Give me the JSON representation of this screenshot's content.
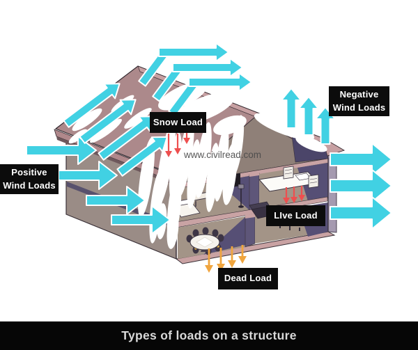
{
  "page": {
    "watermark": "www.civilread.com",
    "title_banner": {
      "text": "Types of loads on a structure"
    },
    "labels": {
      "snow_load": "Snow Load",
      "positive_wind_line1": "Positive",
      "positive_wind_line2": "Wind Loads",
      "negative_wind_line1": "Negative",
      "negative_wind_line2": "Wind Loads",
      "live_load": "LIve Load",
      "dead_load": "Dead Load"
    },
    "load_types": [
      {
        "name": "Snow Load",
        "arrow_color": "#ee4f4f",
        "depicted_direction": "downward onto roof"
      },
      {
        "name": "Positive Wind Loads",
        "arrow_color": "#41d1e3",
        "depicted_direction": "horizontal into left wall and up over roof"
      },
      {
        "name": "Negative Wind Loads",
        "arrow_color": "#41d1e3",
        "depicted_direction": "upward suction off roof and outward from right wall"
      },
      {
        "name": "LIve Load",
        "arrow_color": "#ee4f4f",
        "depicted_direction": "downward from furniture to floor"
      },
      {
        "name": "Dead Load",
        "arrow_color": "#f0a53e",
        "depicted_direction": "downward through structure to ground"
      }
    ],
    "colors": {
      "arrow_cyan": "#41d1e3",
      "arrow_red": "#ee4f4f",
      "arrow_orange": "#f0a53e",
      "label_bg": "#0c0c0c",
      "label_text": "#ffffff",
      "banner_bg": "#060606",
      "banner_text": "#d9d9d9",
      "roof": "#ac898b",
      "wall": "#9a8c86",
      "interior_wall": "#564f75",
      "snow": "#ffffff"
    }
  }
}
